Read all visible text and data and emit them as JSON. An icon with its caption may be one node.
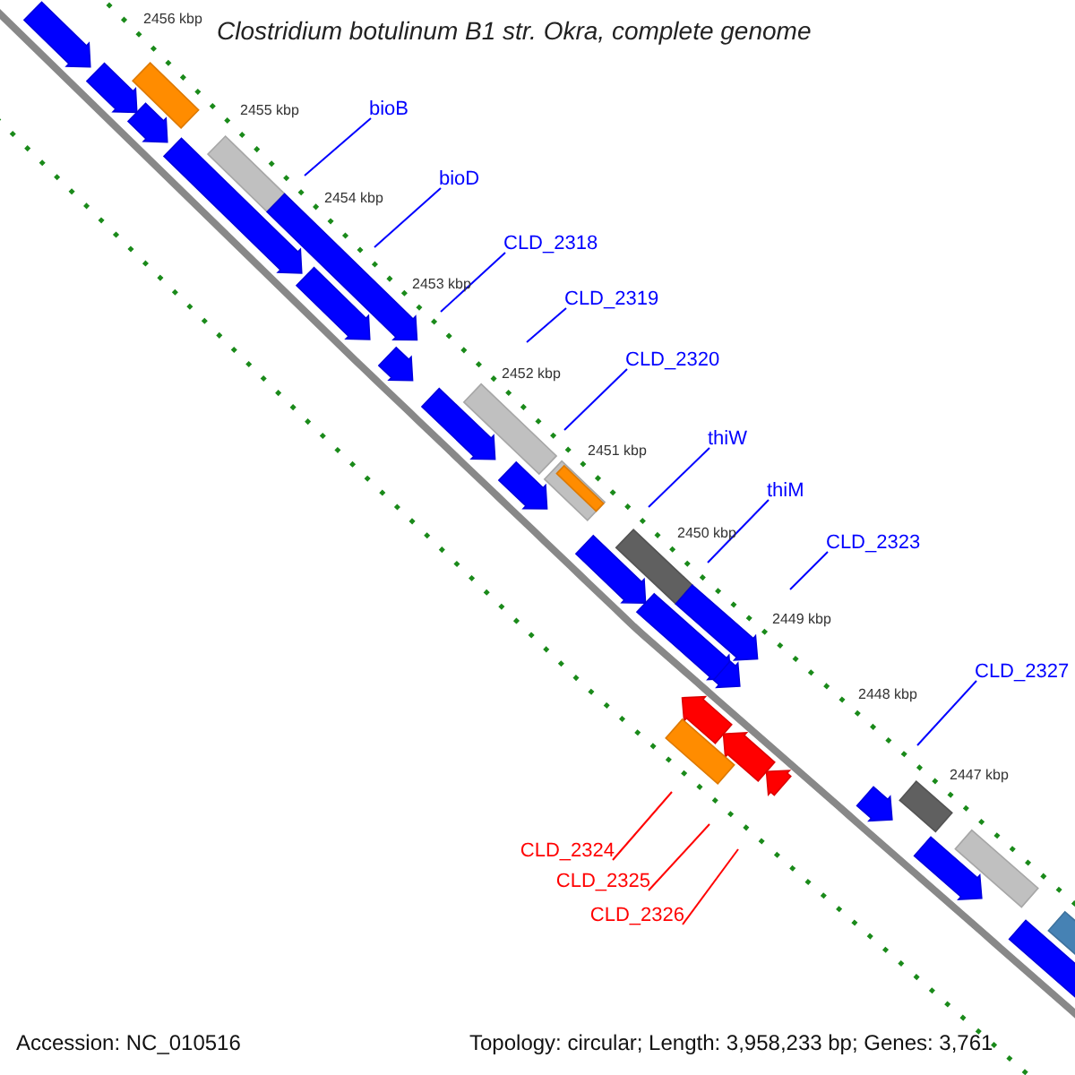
{
  "diagram": {
    "title": "Clostridium botulinum B1 str. Okra, complete genome",
    "nodes": [
      {
        "text": [
          "bioB"
        ]
      },
      {
        "text": [
          "bioD"
        ]
      },
      {
        "text": [
          "CLD_2318"
        ]
      },
      {
        "text": [
          "CLD_2319"
        ]
      },
      {
        "text": [
          "CLD_2320"
        ]
      },
      {
        "text": [
          "thiW"
        ]
      },
      {
        "text": [
          "thiM"
        ]
      },
      {
        "text": [
          "CLD_2323"
        ]
      },
      {
        "text": [
          "CLD_2327"
        ]
      },
      {
        "text": [
          "CLD_2324"
        ]
      },
      {
        "text": [
          "CLD_2325"
        ]
      },
      {
        "text": [
          "CLD_2326"
        ]
      }
    ],
    "edges": [
      {
        "from": 0,
        "to": null,
        "arrow": "none"
      },
      {
        "from": 1,
        "to": null,
        "arrow": "none"
      },
      {
        "from": 2,
        "to": null,
        "arrow": "none"
      },
      {
        "from": 3,
        "to": null,
        "arrow": "none"
      },
      {
        "from": 4,
        "to": null,
        "arrow": "none"
      },
      {
        "from": 5,
        "to": null,
        "arrow": "none"
      },
      {
        "from": 6,
        "to": null,
        "arrow": "none"
      },
      {
        "from": 7,
        "to": null,
        "arrow": "none"
      },
      {
        "from": 8,
        "to": null,
        "arrow": "none"
      },
      {
        "from": 9,
        "to": null,
        "arrow": "none",
        "color": "#ff0000"
      },
      {
        "from": 10,
        "to": null,
        "arrow": "none",
        "color": "#ff0000"
      },
      {
        "from": 11,
        "to": null,
        "arrow": "none",
        "color": "#ff0000"
      }
    ],
    "labels": [
      "2456 kbp",
      "2455 kbp",
      "2454 kbp",
      "2453 kbp",
      "2452 kbp",
      "2451 kbp",
      "2450 kbp",
      "2449 kbp",
      "2448 kbp",
      "2447 kbp",
      "Accession: NC_010516",
      "Topology: circular; Length: 3,958,233 bp; Genes: 3,761"
    ]
  }
}
